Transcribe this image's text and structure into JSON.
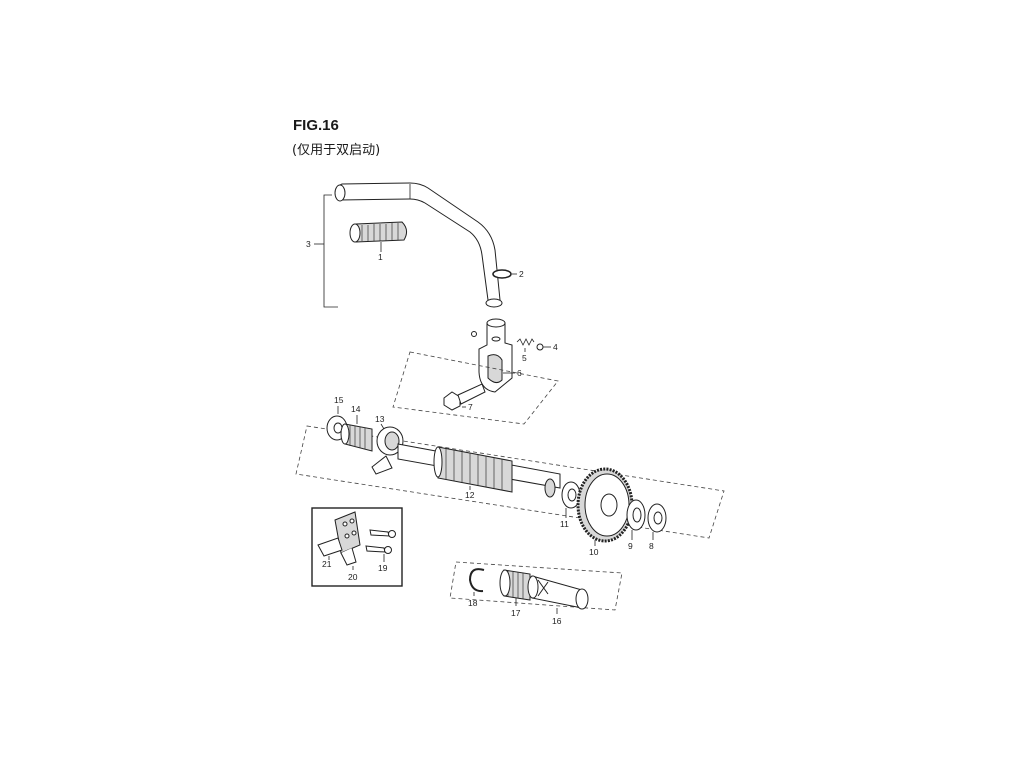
{
  "figure": {
    "title": "FIG.16",
    "subtitle": "(仅用于双启动)"
  },
  "callouts": {
    "c1": "1",
    "c2": "2",
    "c3": "3",
    "c4": "4",
    "c5": "5",
    "c6": "6",
    "c7": "7",
    "c8": "8",
    "c9": "9",
    "c10": "10",
    "c11": "11",
    "c12": "12",
    "c13": "13",
    "c14": "14",
    "c15": "15",
    "c16": "16",
    "c17": "17",
    "c18": "18",
    "c19": "19",
    "c20": "20",
    "c21": "21"
  }
}
